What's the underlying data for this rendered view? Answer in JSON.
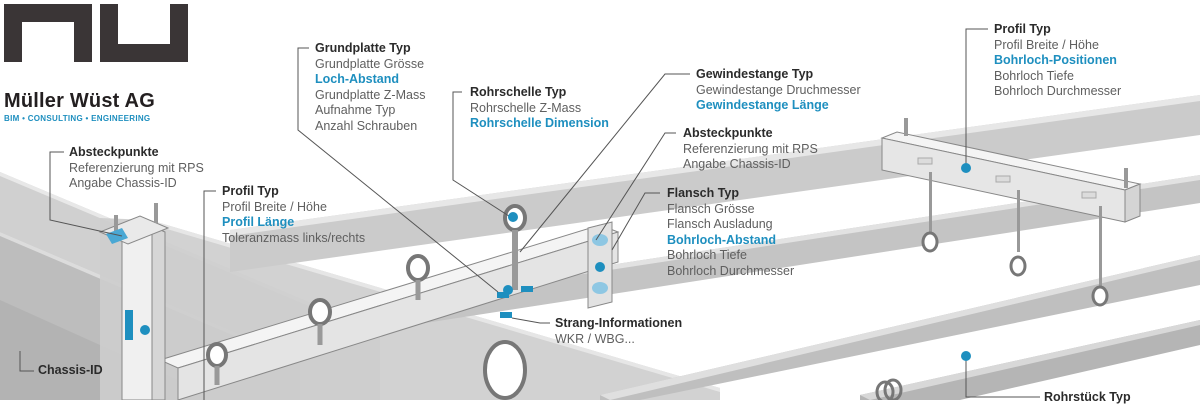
{
  "brand": {
    "name": "Müller Wüst AG",
    "tagline": "BIM • CONSULTING • ENGINEERING"
  },
  "colors": {
    "accent": "#1e8fbf",
    "logo": "#3a3536",
    "pipe": "#c9c9c9"
  },
  "callouts": {
    "absteck_left": {
      "title": "Absteckpunkte",
      "lines": [
        "Referenzierung mit RPS",
        "Angabe Chassis-ID"
      ]
    },
    "profil_left": {
      "title": "Profil Typ",
      "line1": "Profil Breite / Höhe",
      "highlight": "Profil Länge",
      "line2": "Toleranzmass links/rechts"
    },
    "grundplatte": {
      "title": "Grundplatte Typ",
      "line1": "Grundplatte Grösse",
      "highlight": "Loch-Abstand",
      "lines": [
        "Grundplatte Z-Mass",
        "Aufnahme Typ",
        "Anzahl Schrauben"
      ]
    },
    "rohrschelle": {
      "title": "Rohrschelle Typ",
      "line1": "Rohrschelle Z-Mass",
      "highlight": "Rohrschelle Dimension"
    },
    "gewindestange": {
      "title": "Gewindestange Typ",
      "line1": "Gewindestange Druchmesser",
      "highlight": "Gewindestange Länge"
    },
    "absteck_mid": {
      "title": "Absteckpunkte",
      "lines": [
        "Referenzierung mit RPS",
        "Angabe Chassis-ID"
      ]
    },
    "flansch": {
      "title": "Flansch Typ",
      "line1": "Flansch Grösse",
      "line2": "Flansch Ausladung",
      "highlight": "Bohrloch-Abstand",
      "lines": [
        "Bohrloch Tiefe",
        "Bohrloch Durchmesser"
      ]
    },
    "strang": {
      "title": "Strang-Informationen",
      "line1": "WKR / WBG..."
    },
    "profil_right": {
      "title": "Profil Typ",
      "line1": "Profil Breite / Höhe",
      "highlight": "Bohrloch-Positionen",
      "lines": [
        "Bohrloch Tiefe",
        "Bohrloch Durchmesser"
      ]
    },
    "chassis": {
      "title": "Chassis-ID"
    },
    "rohrstueck": {
      "title": "Rohrstück Typ"
    }
  }
}
